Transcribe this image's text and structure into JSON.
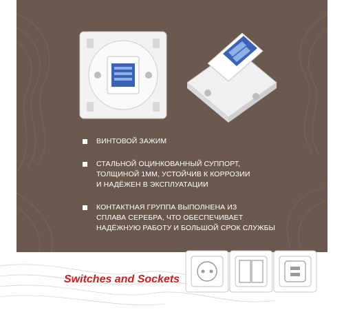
{
  "features": [
    {
      "text": "ВИНТОВОЙ ЗАЖИМ"
    },
    {
      "text": "СТАЛЬНОЙ ОЦИНКОВАННЫЙ СУППОРТ,\nТОЛЩИНОЙ 1ММ, УСТОЙЧИВ К КОРРОЗИИ\nИ НАДЁЖЕН В ЭКСПЛУАТАЦИИ"
    },
    {
      "text": "КОНТАКТНАЯ ГРУППА ВЫПОЛНЕНА ИЗ\nСПЛАВА СЕРЕБРА, ЧТО ОБЕСПЕЧИВАЕТ\nНАДЁЖНУЮ РАБОТУ И БОЛЬШОЙ СРОК СЛУЖБЫ"
    }
  ],
  "brand": {
    "text": "Switches and Sockets",
    "color": "#d01c1c"
  },
  "colors": {
    "panel": "#6b584e",
    "bullet": "#ffffff",
    "frame": "#f2f2f2",
    "terminal": "#3a63b8"
  },
  "icons": [
    "socket-icon",
    "double-switch-icon",
    "usb-outlet-icon"
  ]
}
